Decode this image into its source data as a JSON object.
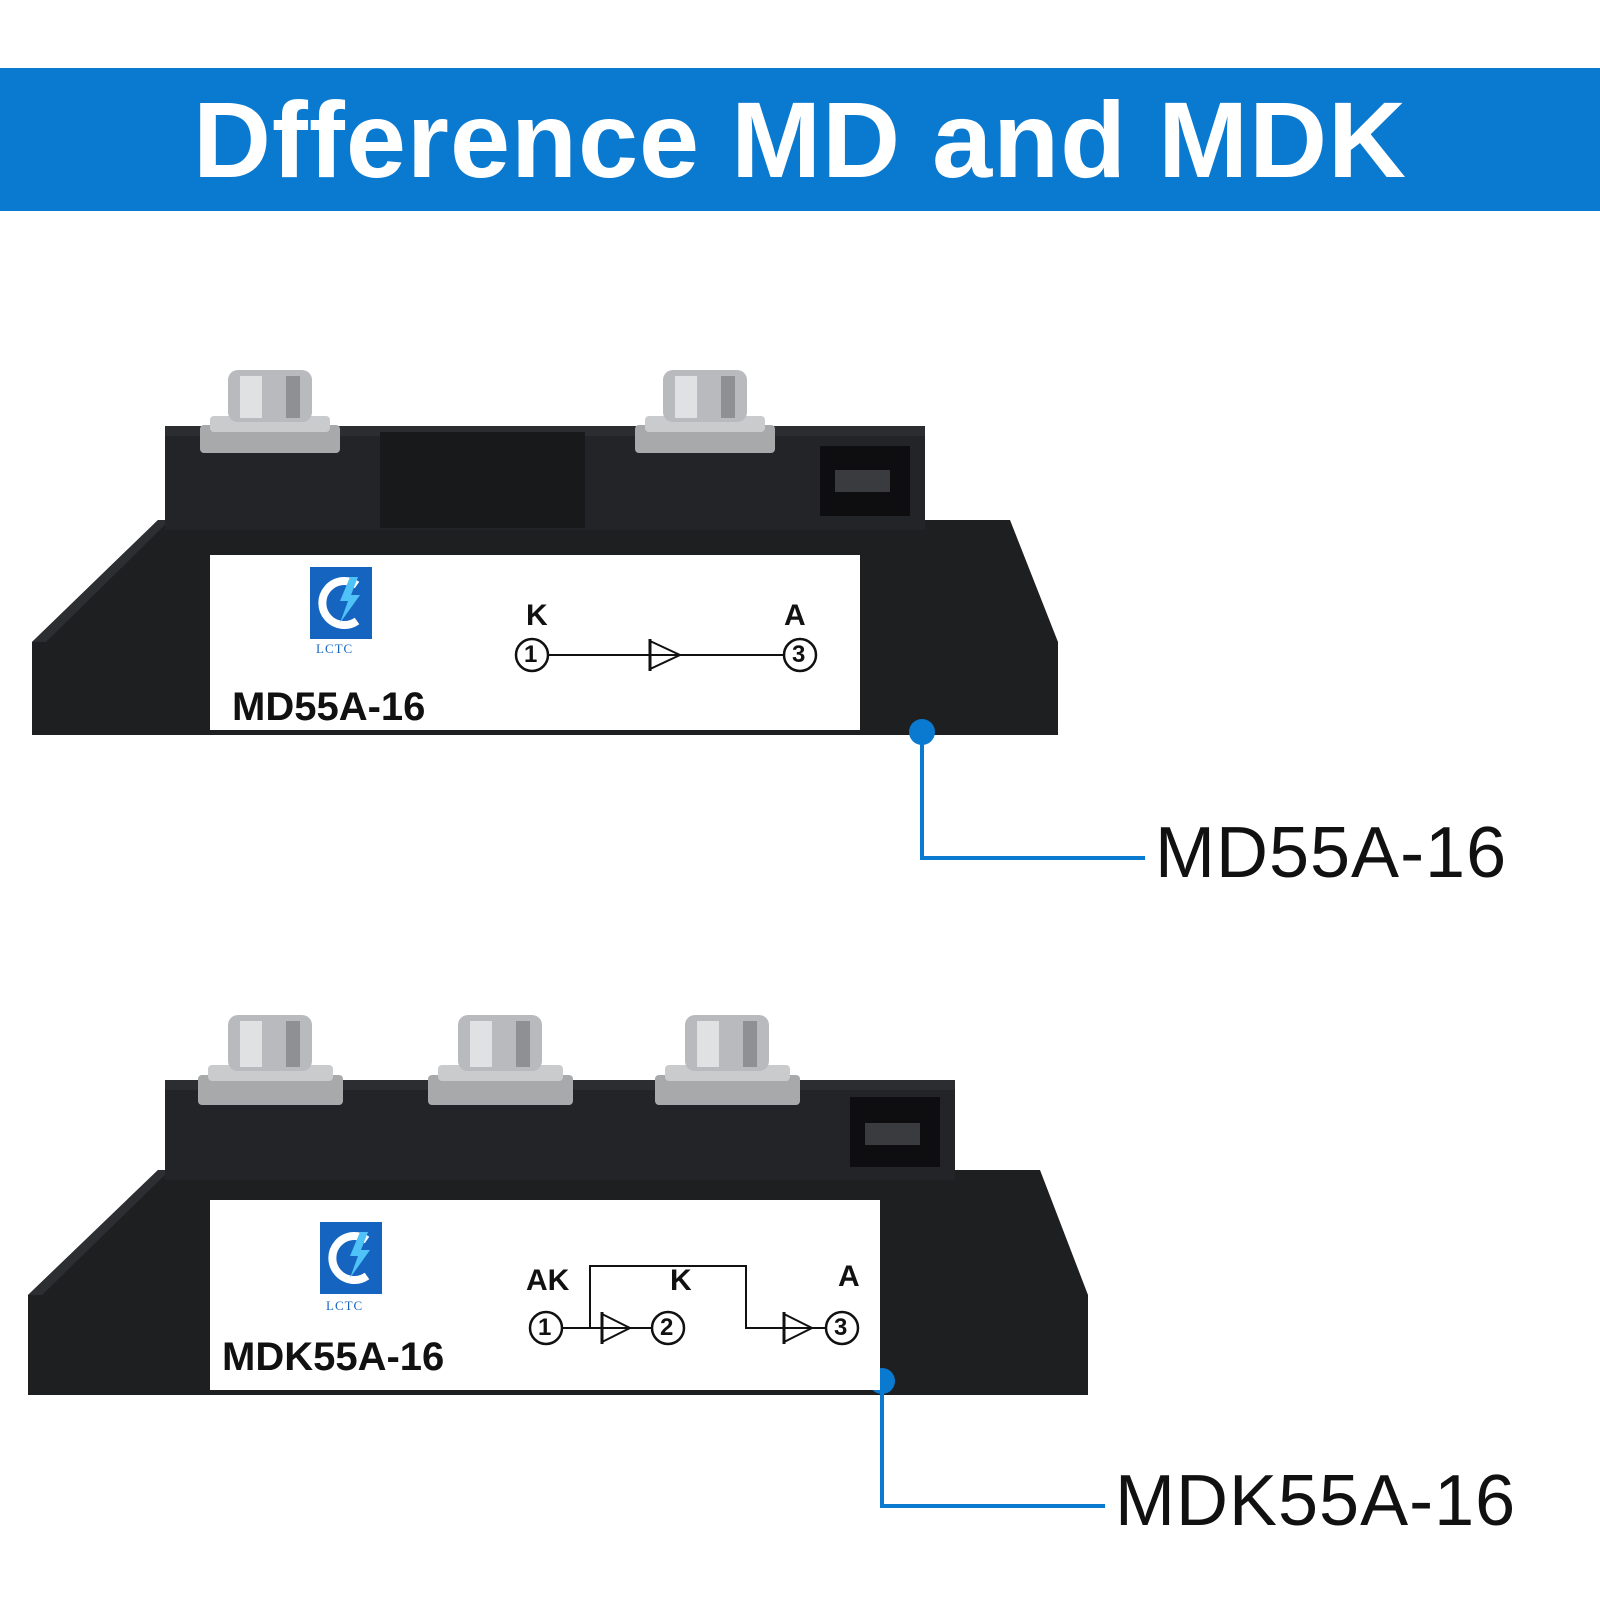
{
  "banner": {
    "title": "Dfference MD and MDK"
  },
  "colors": {
    "banner_blue": "#0a7ad1",
    "module_black": "#1e1f21",
    "callout_blue": "#0a7ad1"
  },
  "modules": [
    {
      "model": "MD55A-16",
      "brand": "LCTC",
      "terminals": 2,
      "pins": [
        {
          "letter": "K",
          "number": "1"
        },
        {
          "letter": "A",
          "number": "3"
        }
      ],
      "callout_label": "MD55A-16"
    },
    {
      "model": "MDK55A-16",
      "brand": "LCTC",
      "terminals": 3,
      "pins": [
        {
          "letter": "AK",
          "number": "1"
        },
        {
          "letter": "K",
          "number": "2"
        },
        {
          "letter": "A",
          "number": "3"
        }
      ],
      "callout_label": "MDK55A-16"
    }
  ]
}
